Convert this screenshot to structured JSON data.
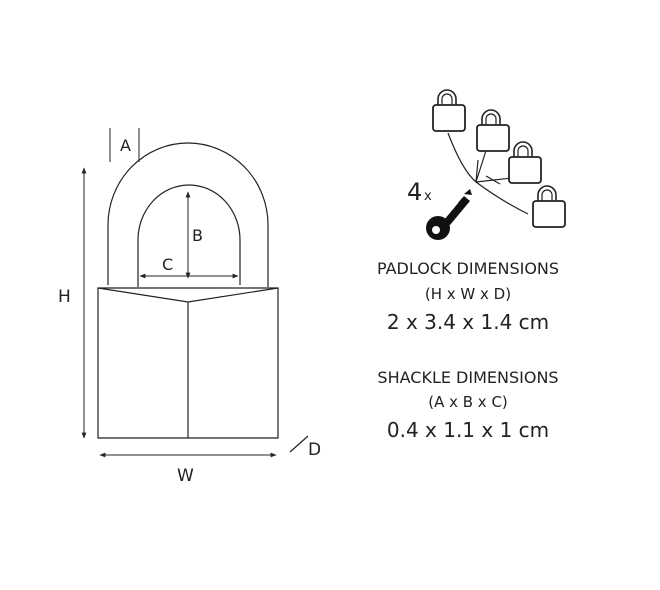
{
  "labels": {
    "a": "A",
    "b": "B",
    "c": "C",
    "h": "H",
    "w": "W",
    "d": "D"
  },
  "key_count": "4",
  "key_count_suffix": "x",
  "padlock": {
    "heading": "PADLOCK DIMENSIONS",
    "format": "(H x W x D)",
    "value": "2 x 3.4 x 1.4 cm"
  },
  "shackle": {
    "heading": "SHACKLE DIMENSIONS",
    "format": "(A x B x C)",
    "value": "0.4 x 1.1 x 1 cm"
  },
  "colors": {
    "stroke": "#222222",
    "body_fill": "#ffffff",
    "key_fill": "#111111"
  },
  "icons": [
    "padlock-diagram",
    "keyed-alike-icon",
    "key-icon",
    "small-padlock-icon"
  ]
}
